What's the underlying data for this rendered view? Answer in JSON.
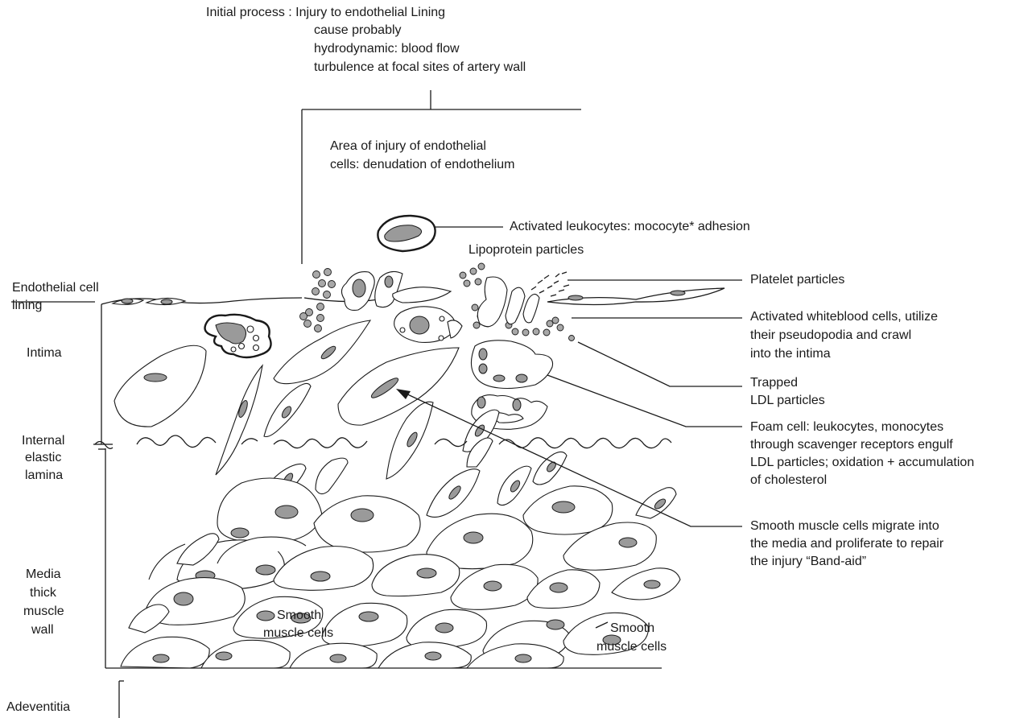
{
  "colors": {
    "ink": "#1a1a1a",
    "nucleus": "#9a9a9a",
    "background": "#ffffff"
  },
  "labels": {
    "initial_process": [
      "Initial process : Injury to endothelial Lining",
      "cause probably",
      "hydrodynamic: blood flow",
      "turbulence at focal sites of artery wall"
    ],
    "area_of_injury": [
      "Area of injury of endothelial",
      "cells: denudation of endothelium"
    ],
    "activated_leukocytes": "Activated leukocytes: mococyte* adhesion",
    "lipoprotein_particles": "Lipoprotein particles",
    "platelet_particles": "Platelet particles",
    "activated_wbc": [
      "Activated whiteblood cells, utilize",
      "their pseudopodia and crawl",
      "into the intima"
    ],
    "trapped_ldl": [
      "Trapped",
      "LDL particles"
    ],
    "foam_cell": [
      "Foam cell: leukocytes, monocytes",
      "through scavenger receptors engulf",
      "LDL particles; oxidation + accumulation",
      "of cholesterol"
    ],
    "smooth_muscle_migrate": [
      "Smooth muscle cells migrate into",
      "the media and proliferate to repair",
      "the injury “Band-aid”"
    ],
    "smooth_muscle_right": [
      "Smooth",
      "muscle cells"
    ],
    "smooth_muscle_center": [
      "Smooth",
      "muscle cells"
    ],
    "endothelial_lining": [
      "Endothelial cell",
      "lining"
    ],
    "intima": "Intima",
    "internal_elastic_lamina": [
      "Internal",
      "elastic",
      "lamina"
    ],
    "media": [
      "Media",
      "thick",
      "muscle",
      "wall"
    ],
    "adventitia": "Adeventitia"
  }
}
